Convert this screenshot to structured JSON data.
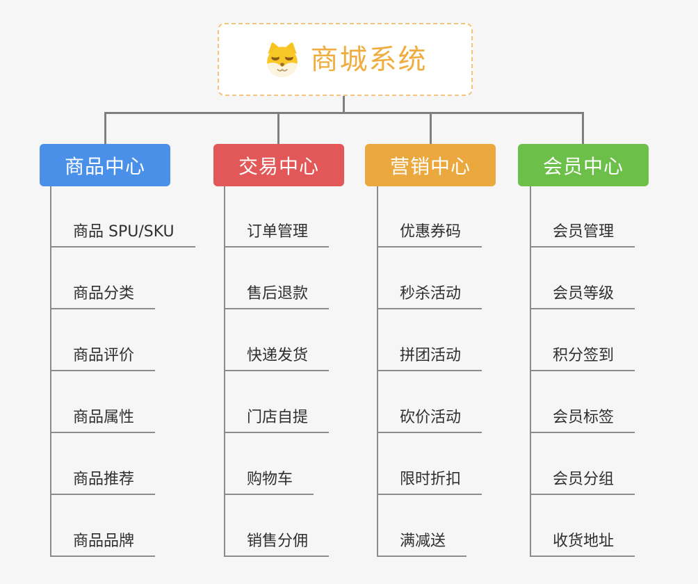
{
  "root": {
    "title": "商城系统",
    "icon": "shiba-dog-icon",
    "border_color": "#f2c57c",
    "title_color": "#efad40"
  },
  "colors": {
    "background": "#f6f6f6",
    "connector": "#7f7f7f",
    "leaf_line": "#8b8b8b",
    "leaf_text": "#2f2f2f"
  },
  "branches": [
    {
      "label": "商品中心",
      "color": "#4a90e8",
      "children": [
        "商品 SPU/SKU",
        "商品分类",
        "商品评价",
        "商品属性",
        "商品推荐",
        "商品品牌"
      ]
    },
    {
      "label": "交易中心",
      "color": "#e25757",
      "children": [
        "订单管理",
        "售后退款",
        "快递发货",
        "门店自提",
        "购物车",
        "销售分佣"
      ]
    },
    {
      "label": "营销中心",
      "color": "#eaa83e",
      "children": [
        "优惠券码",
        "秒杀活动",
        "拼团活动",
        "砍价活动",
        "限时折扣",
        "满减送"
      ]
    },
    {
      "label": "会员中心",
      "color": "#6cc04a",
      "children": [
        "会员管理",
        "会员等级",
        "积分签到",
        "会员标签",
        "会员分组",
        "收货地址"
      ]
    }
  ]
}
